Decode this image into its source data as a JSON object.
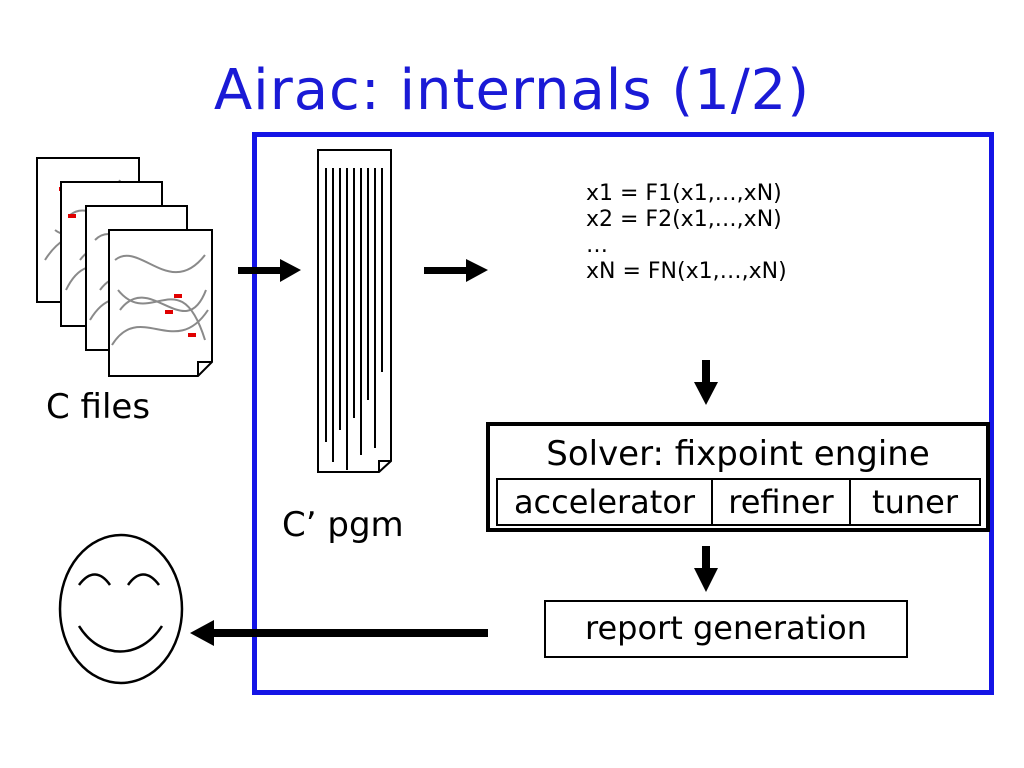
{
  "title": "Airac: internals (1/2)",
  "colors": {
    "title": "#1a1ad6",
    "frame": "#1414e6",
    "marker": "#e00000"
  },
  "labels": {
    "c_files": "C files",
    "c_prime": "C’ pgm"
  },
  "equations": [
    "x1 = F1(x1,…,xN)",
    "x2 = F2(x1,…,xN)",
    "…",
    "xN = FN(x1,…,xN)"
  ],
  "solver": {
    "title": "Solver: fixpoint engine",
    "parts": [
      "accelerator",
      "refiner",
      "tuner"
    ]
  },
  "report": "report generation",
  "icons": [
    "document-stack-icon",
    "program-listing-icon",
    "smiley-face-icon",
    "arrow-right-icon",
    "arrow-down-icon",
    "arrow-left-icon"
  ]
}
